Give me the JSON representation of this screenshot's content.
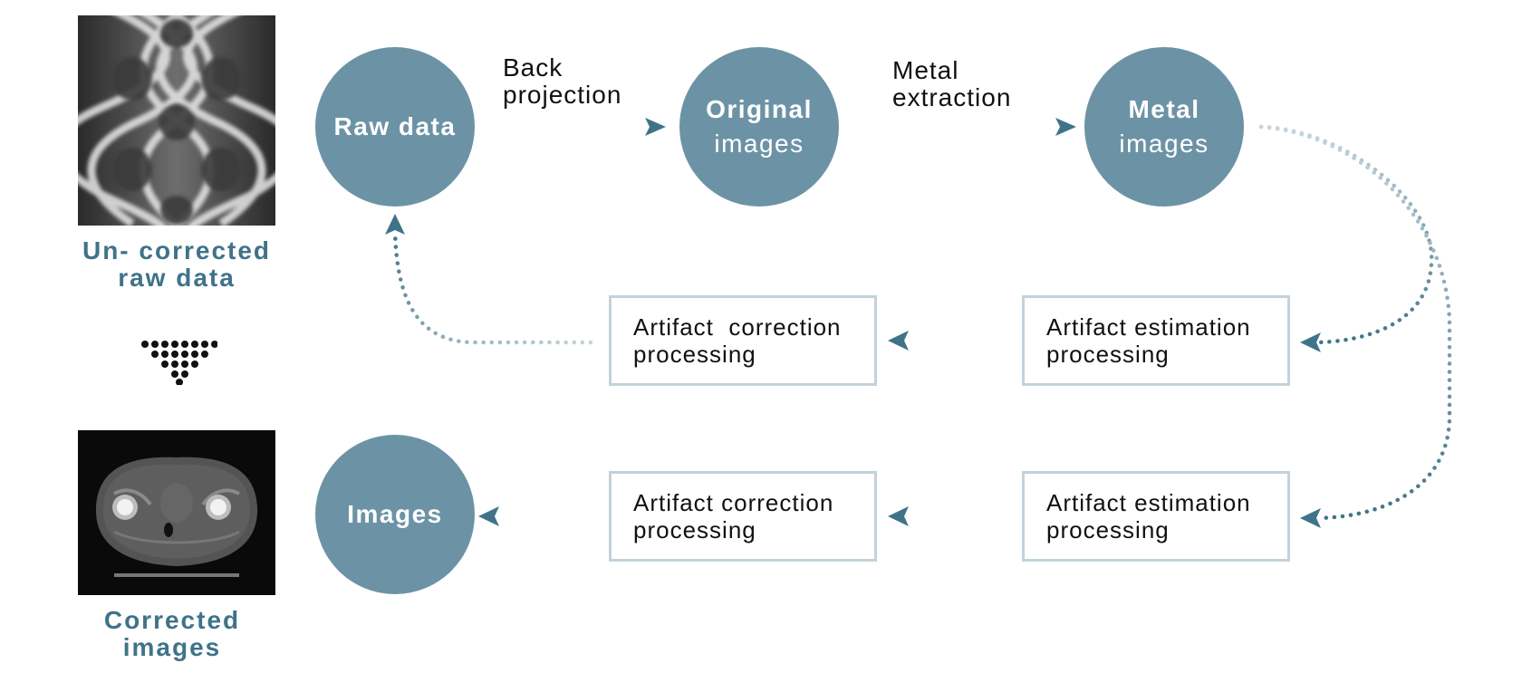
{
  "left_column": {
    "top_caption_line1": "Un- corrected",
    "top_caption_line2": "raw data",
    "bottom_caption_line1": "Corrected",
    "bottom_caption_line2": "images"
  },
  "nodes": {
    "raw_data": "Raw data",
    "original_line1": "Original",
    "original_line2": "images",
    "metal_line1": "Metal",
    "metal_line2": "images",
    "images": "Images"
  },
  "step_labels": {
    "back_projection_line1": "Back",
    "back_projection_line2": "projection",
    "metal_extraction_line1": "Metal",
    "metal_extraction_line2": "extraction"
  },
  "boxes": {
    "correction_top_line1": "Artifact  correction",
    "correction_top_line2": "processing",
    "estimation_top_line1": "Artifact estimation",
    "estimation_top_line2": "processing",
    "correction_bottom_line1": "Artifact correction",
    "correction_bottom_line2": "processing",
    "estimation_bottom_line1": "Artifact estimation",
    "estimation_bottom_line2": "processing"
  },
  "colors": {
    "node_fill": "#6c93a5",
    "caption_text": "#3f7389",
    "arrow_dark": "#3f7389",
    "arrow_light": "#b7c9d2",
    "box_border": "#c3d2da"
  }
}
